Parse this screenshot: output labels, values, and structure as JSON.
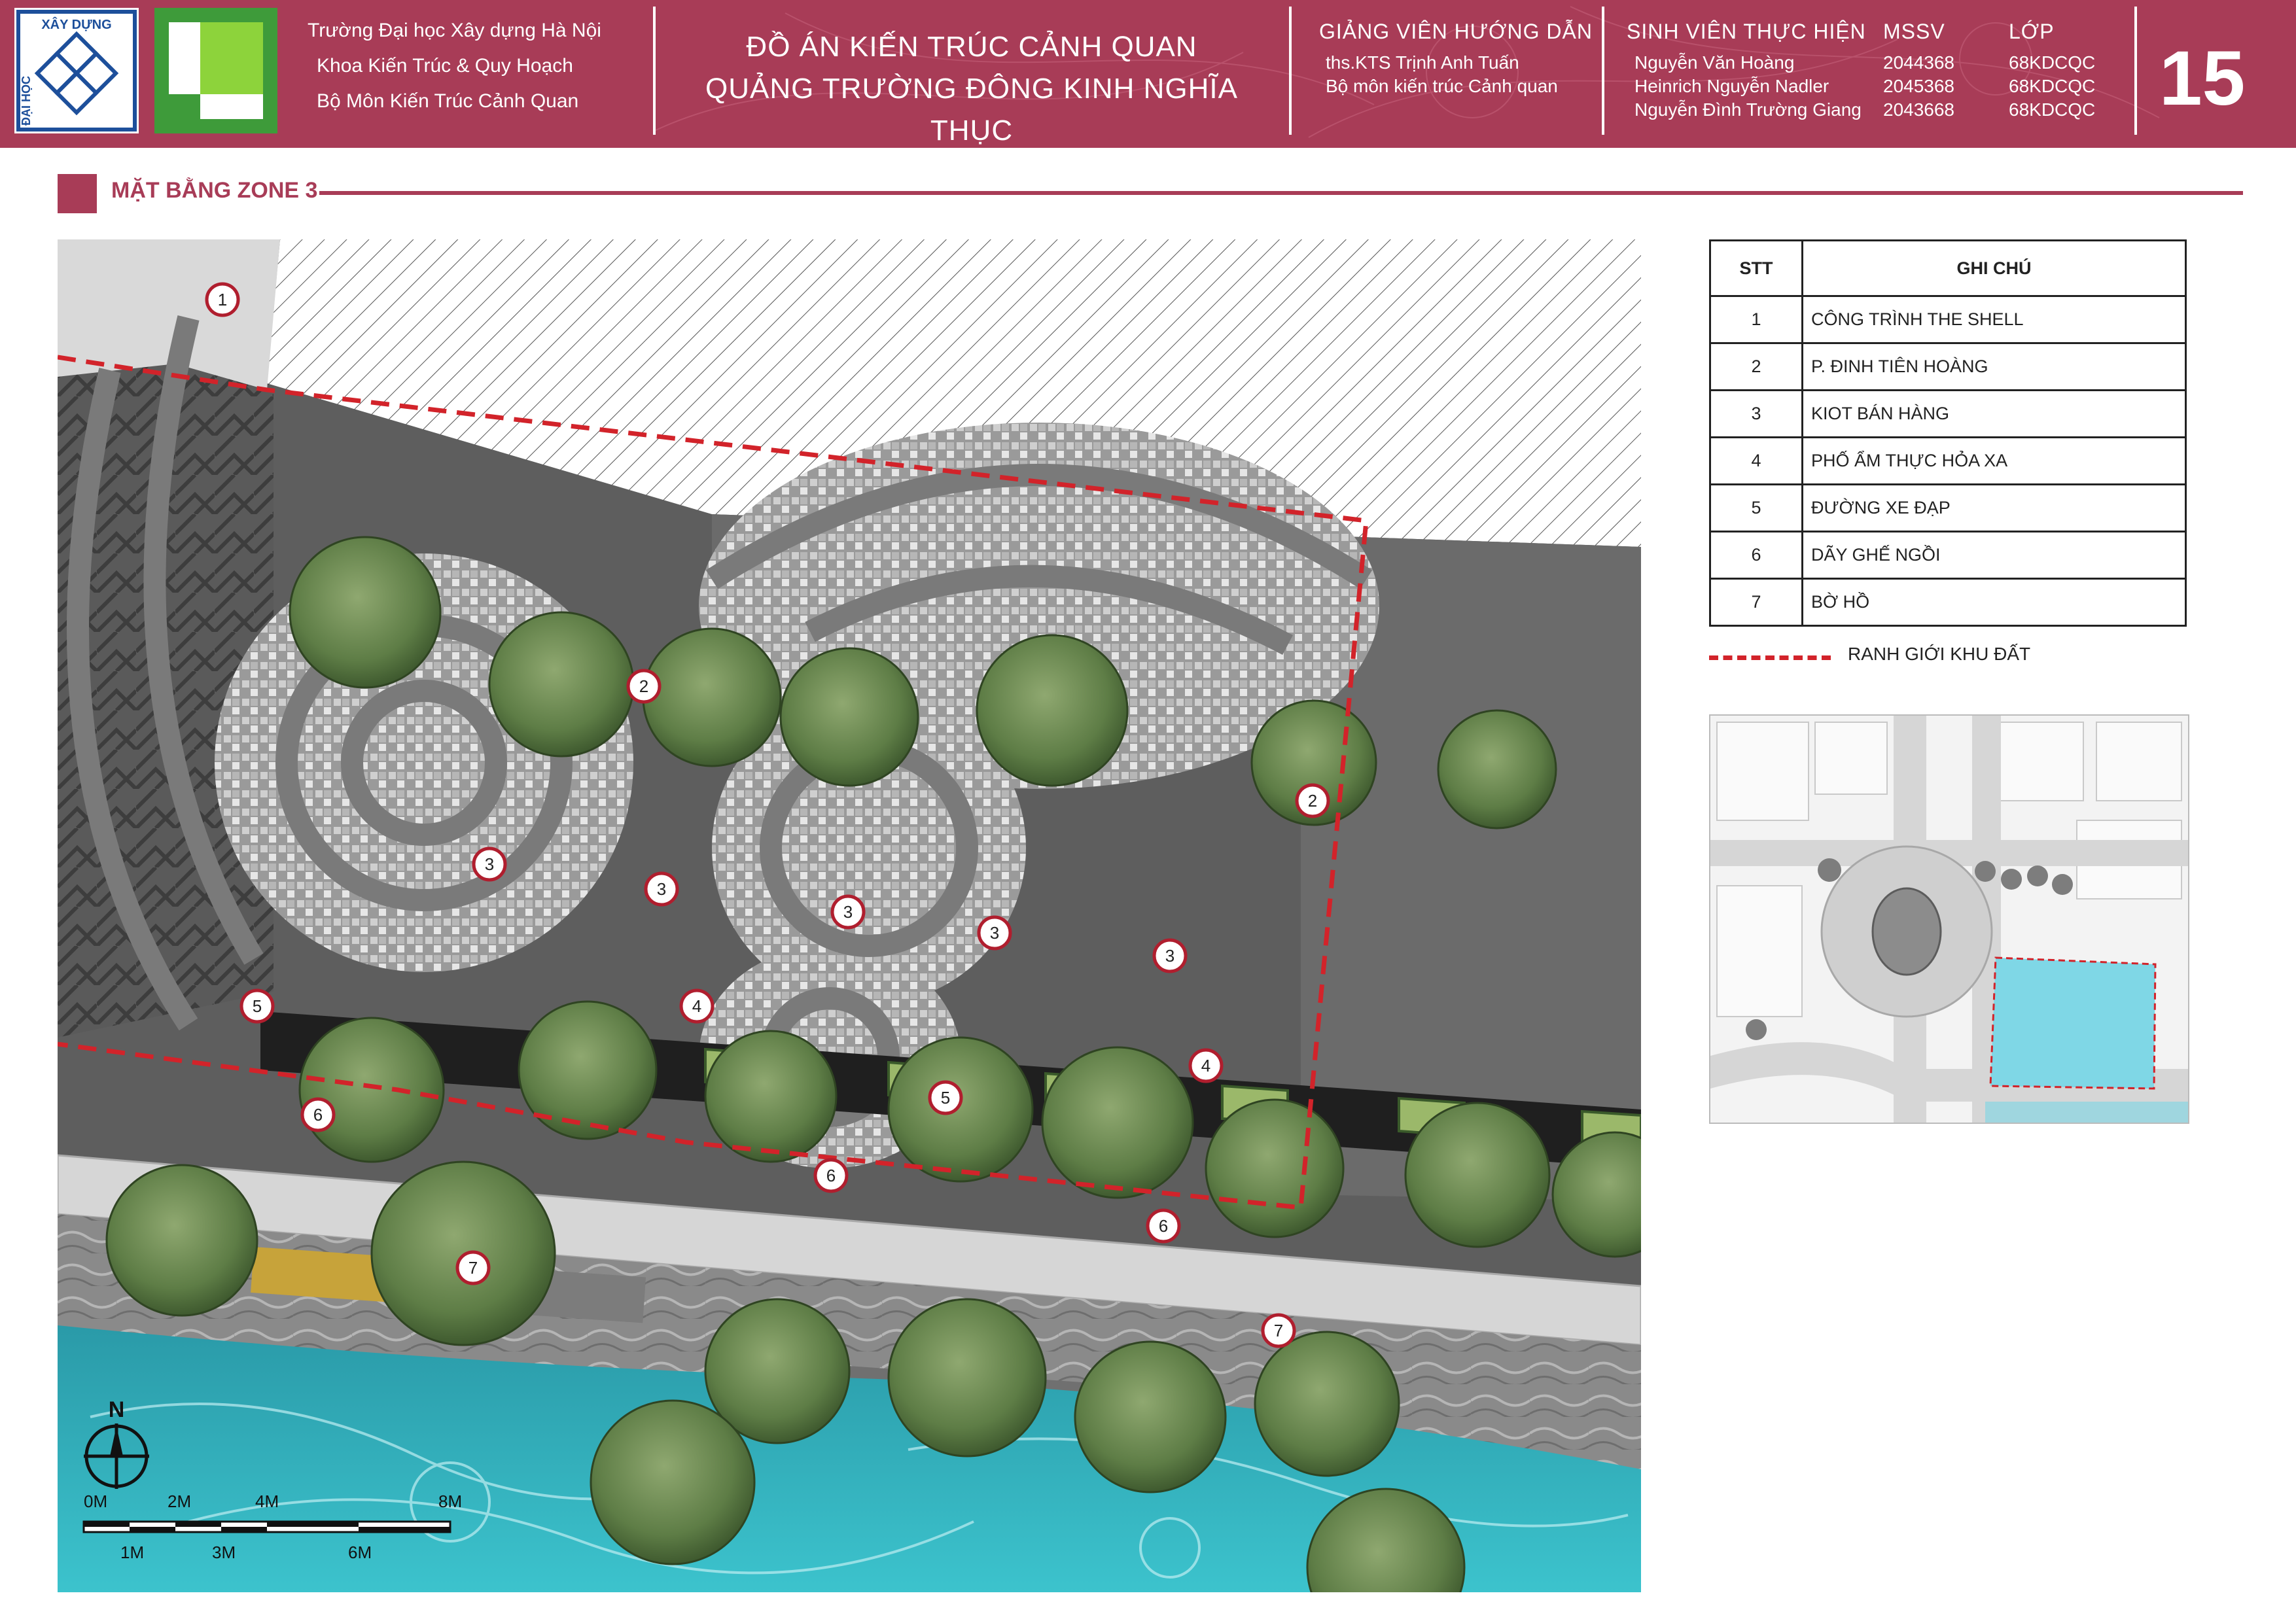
{
  "header": {
    "university": [
      "Trường Đại học Xây dựng Hà Nội",
      "Khoa Kiến Trúc & Quy Hoạch",
      "Bộ Môn Kiến Trúc Cảnh Quan"
    ],
    "logo_text": {
      "top": "XÂY DỰNG",
      "side": "ĐẠI HỌC"
    },
    "project_title": [
      "ĐỒ ÁN KIẾN TRÚC CẢNH QUAN",
      "QUẢNG TRƯỜNG ĐÔNG KINH NGHĨA THỤC"
    ],
    "instructor_heading": "GIẢNG VIÊN HƯỚNG DẪN",
    "instructor_lines": [
      "ths.KTS Trịnh Anh Tuấn",
      "Bộ môn kiến trúc Cảnh quan"
    ],
    "students_heading": "SINH VIÊN THỰC HIỆN",
    "id_heading": "MSSV",
    "class_heading": "LỚP",
    "students": [
      {
        "name": "Nguyễn Văn Hoàng",
        "id": "2044368",
        "class": "68KDCQC"
      },
      {
        "name": "Heinrich Nguyễn Nadler",
        "id": "2045368",
        "class": "68KDCQC"
      },
      {
        "name": "Nguyễn Đình Trường Giang",
        "id": "2043668",
        "class": "68KDCQC"
      }
    ],
    "page_number": "15"
  },
  "section_title": "MẶT BẰNG ZONE 3",
  "legend": {
    "headers": [
      "STT",
      "GHI CHÚ"
    ],
    "rows": [
      {
        "n": "1",
        "text": "CÔNG TRÌNH THE SHELL"
      },
      {
        "n": "2",
        "text": "P. ĐINH TIÊN HOÀNG"
      },
      {
        "n": "3",
        "text": "KIOT BÁN HÀNG"
      },
      {
        "n": "4",
        "text": "PHỐ ẨM THỰC HỎA XA"
      },
      {
        "n": "5",
        "text": "ĐƯỜNG XE ĐẠP"
      },
      {
        "n": "6",
        "text": "DÃY GHẾ NGỒI"
      },
      {
        "n": "7",
        "text": "BỜ HỒ"
      }
    ]
  },
  "boundary_label": "RANH GIỚI KHU ĐẤT",
  "north_label": "N",
  "scale_top": [
    "0M",
    "2M",
    "4M",
    "8M"
  ],
  "scale_bottom": [
    "1M",
    "3M",
    "6M"
  ],
  "markers": [
    "1",
    "2",
    "2",
    "3",
    "3",
    "3",
    "3",
    "3",
    "4",
    "4",
    "5",
    "5",
    "6",
    "6",
    "6",
    "7",
    "7"
  ],
  "colors": {
    "header": "#a83c57",
    "boundary": "#d2232a",
    "water": "#2bb3c0",
    "tree": "#5e7d46",
    "paving": "#6a6a6a"
  }
}
